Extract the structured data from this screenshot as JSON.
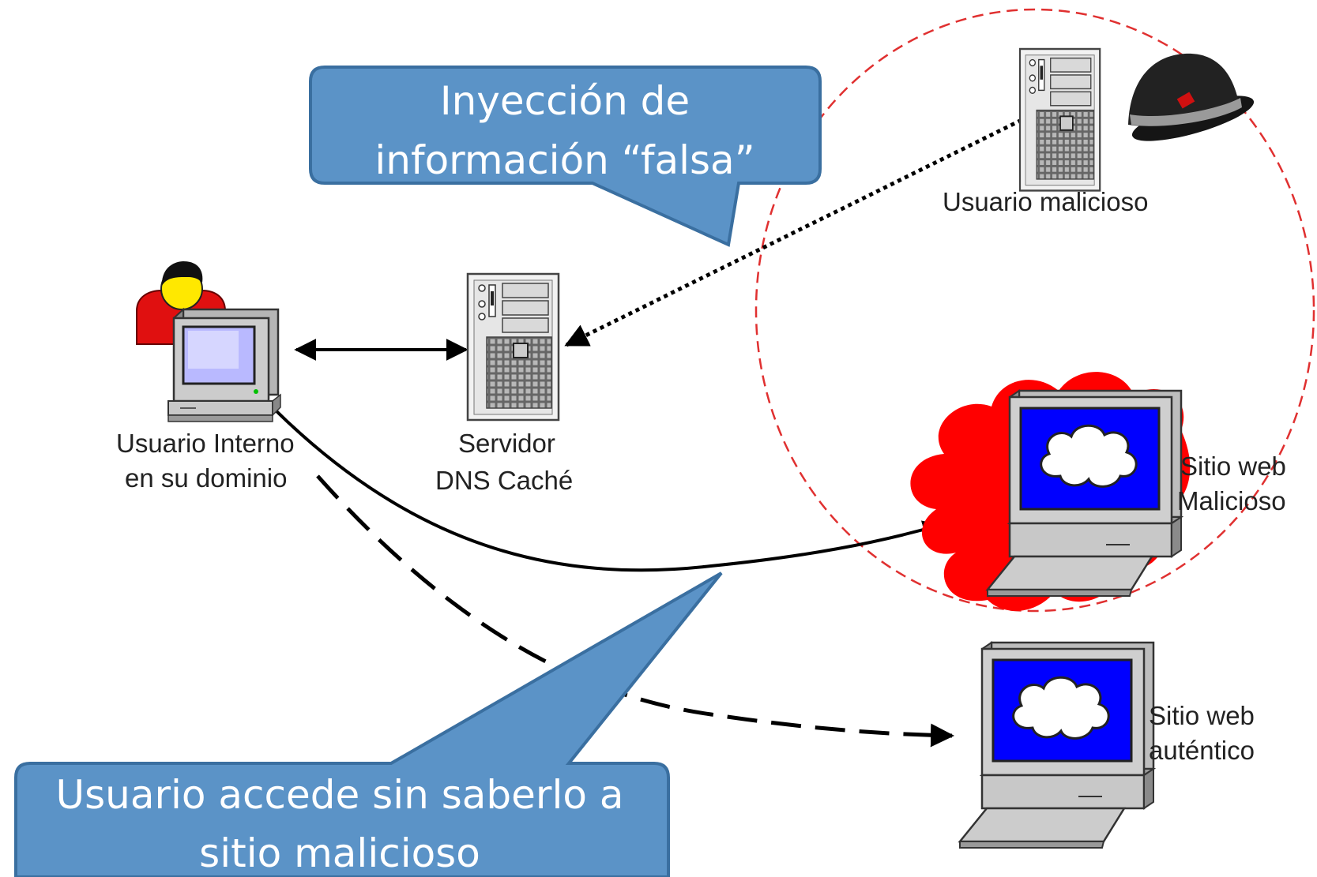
{
  "callouts": {
    "top_line1": "Inyección de",
    "top_line2": "información “falsa”",
    "bottom_line1": "Usuario accede sin saberlo a",
    "bottom_line2": "sitio malicioso"
  },
  "nodes": {
    "internal_user_line1": "Usuario Interno",
    "internal_user_line2": "en su dominio",
    "dns_line1": "Servidor",
    "dns_line2": "DNS Caché",
    "malicious_user": "Usuario malicioso",
    "malicious_site_line1": "Sitio web",
    "malicious_site_line2": "Malicioso",
    "authentic_site_line1": "Sitio web",
    "authentic_site_line2": "auténtico"
  },
  "icons": {
    "user": "person-at-computer-icon",
    "server": "server-tower-icon",
    "attacker": "black-hat-icon",
    "site": "web-computer-icon"
  },
  "colors": {
    "callout_fill": "#5b93c7",
    "callout_stroke": "#3a6fa0",
    "danger_zone": "#e03030",
    "cloud_red": "#ff0000",
    "screen_blue": "#0000ff"
  }
}
